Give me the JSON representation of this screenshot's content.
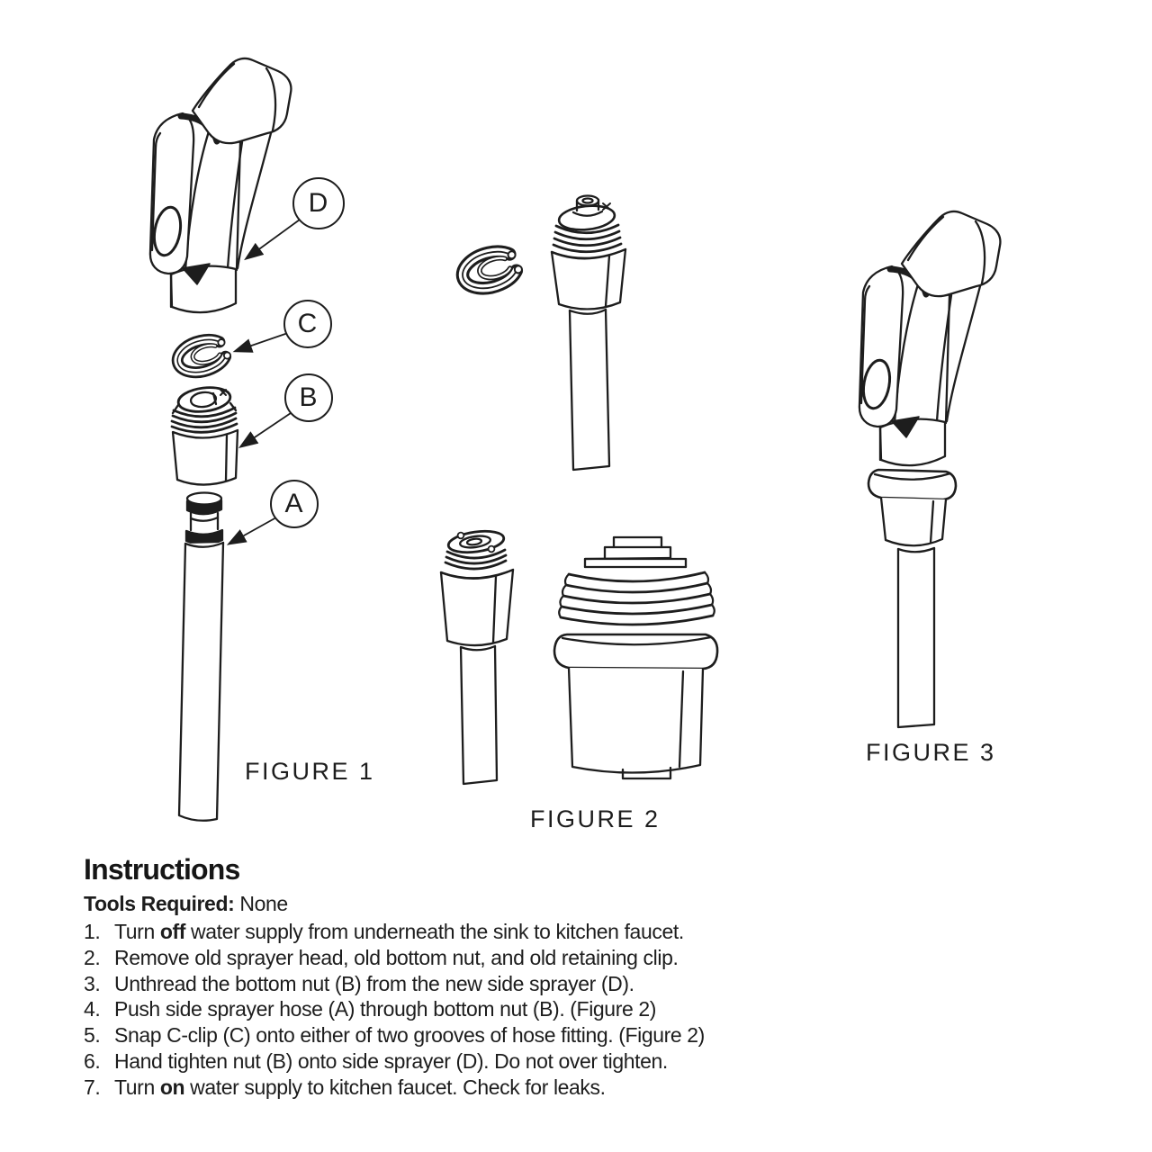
{
  "page": {
    "background": "#ffffff",
    "ink_color": "#1d1d1d",
    "description": "Kitchen faucet side sprayer installation sheet with exploded-view line drawings"
  },
  "figures": {
    "fig1": {
      "caption": "FIGURE 1",
      "callouts": {
        "d": "D",
        "c": "C",
        "b": "B",
        "a": "A"
      }
    },
    "fig2": {
      "caption": "FIGURE 2"
    },
    "fig3": {
      "caption": "FIGURE 3"
    }
  },
  "instructions": {
    "heading": "Instructions",
    "tools_label": "Tools Required:",
    "tools_value": "None",
    "steps": [
      "Turn **off** water supply from underneath the sink to kitchen faucet.",
      "Remove old sprayer head, old bottom nut, and old retaining clip.",
      "Unthread the bottom nut (B) from the new side sprayer (D).",
      "Push side sprayer hose (A) through bottom nut (B). (Figure 2)",
      "Snap C-clip (C) onto either of two grooves of hose fitting. (Figure 2)",
      "Hand tighten nut (B) onto side sprayer (D). Do not over tighten.",
      "Turn **on** water supply to kitchen faucet. Check for leaks."
    ]
  }
}
